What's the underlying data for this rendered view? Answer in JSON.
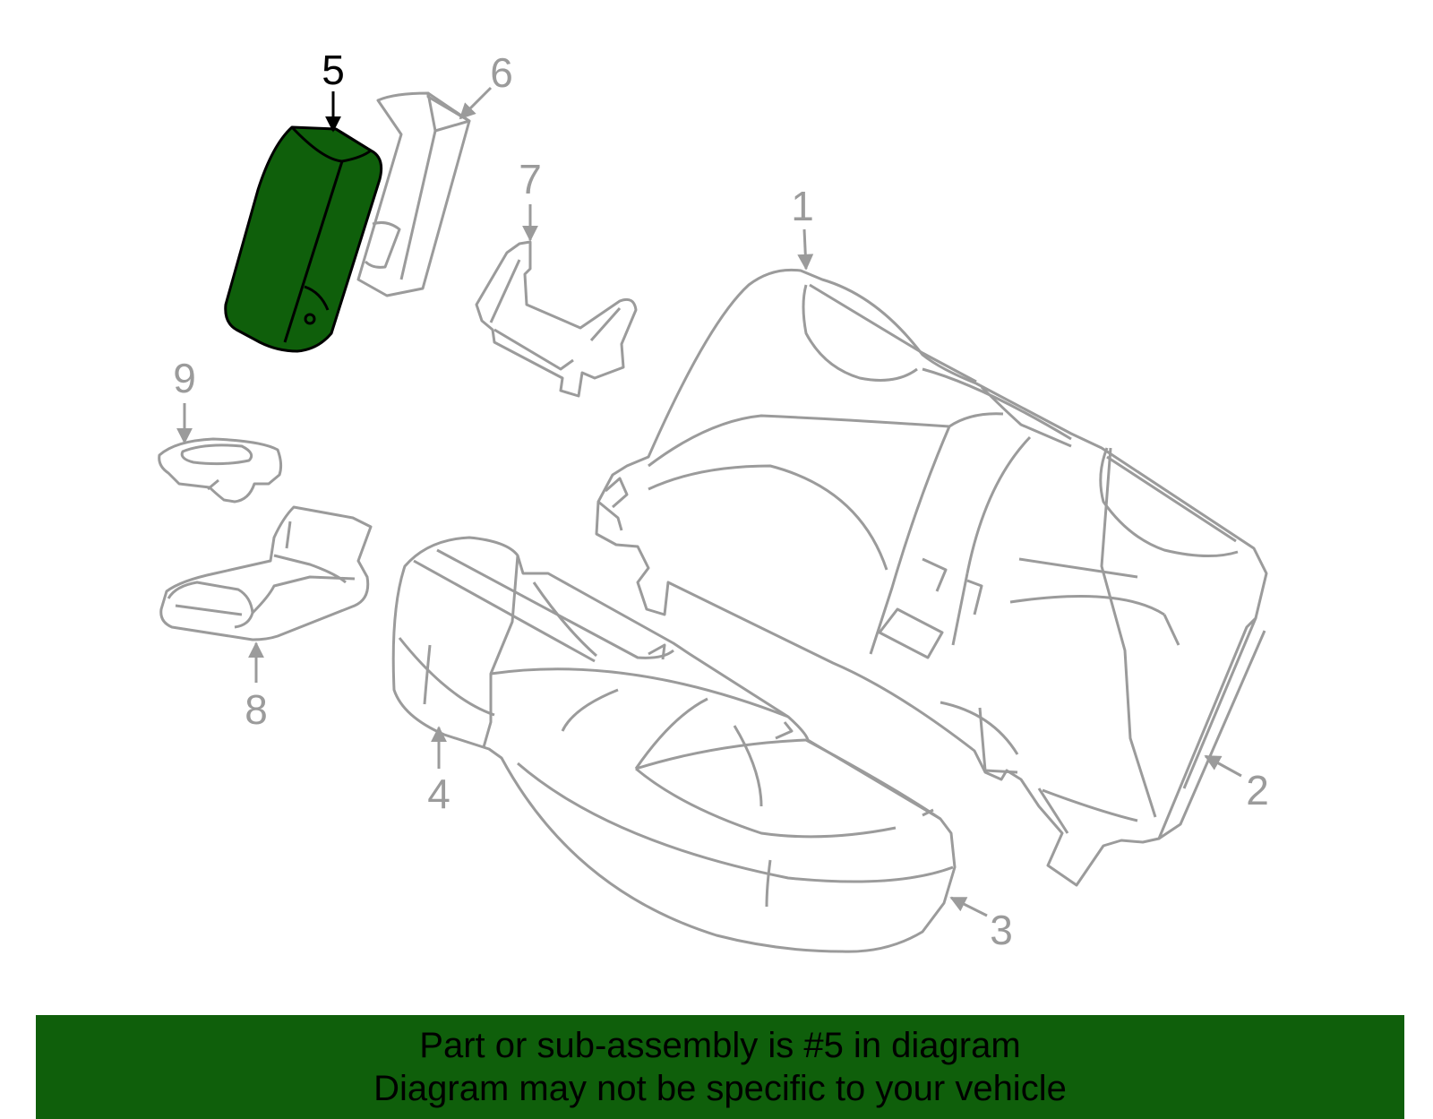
{
  "colors": {
    "line_gray": "#9b9b9b",
    "highlight_fill": "#0f5f0b",
    "highlight_stroke": "#000000",
    "caption_bg": "#0f5f0b",
    "caption_text": "#000000"
  },
  "callouts": [
    {
      "label": "1",
      "highlighted": false
    },
    {
      "label": "2",
      "highlighted": false
    },
    {
      "label": "3",
      "highlighted": false
    },
    {
      "label": "4",
      "highlighted": false
    },
    {
      "label": "5",
      "highlighted": true
    },
    {
      "label": "6",
      "highlighted": false
    },
    {
      "label": "7",
      "highlighted": false
    },
    {
      "label": "8",
      "highlighted": false
    },
    {
      "label": "9",
      "highlighted": false
    }
  ],
  "caption": {
    "line1": "Part or sub-assembly is #5 in diagram",
    "line2": "Diagram may not be specific to your vehicle"
  }
}
